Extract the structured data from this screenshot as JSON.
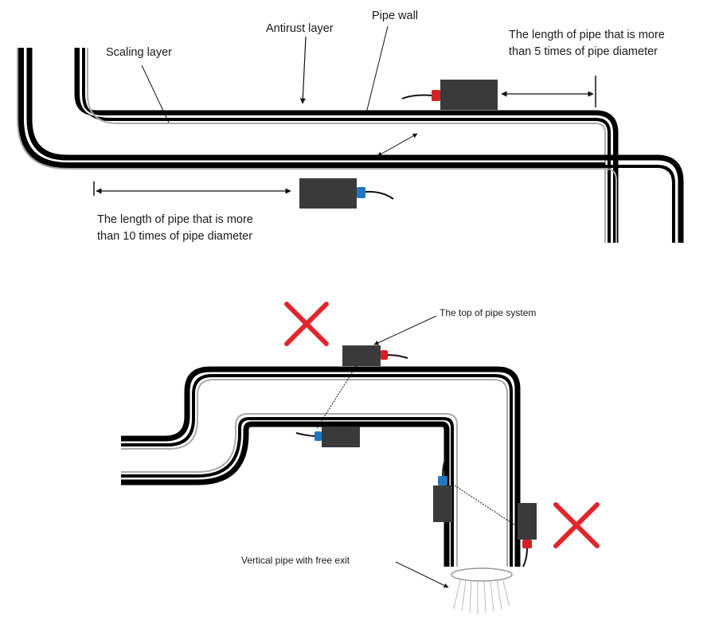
{
  "labels": {
    "scaling_layer": "Scaling  layer",
    "antirust_layer": "Antirust layer",
    "pipe_wall": "Pipe wall",
    "length_5x_line1": "The length of pipe that is more",
    "length_5x_line2": "than 5 times of pipe diameter",
    "length_10x_line1": "The length of pipe that is more",
    "length_10x_line2": "than 10 times of pipe diameter",
    "top_of_pipe": "The top of pipe system",
    "vertical_free_exit": "Vertical pipe with free exit"
  },
  "colors": {
    "pipe_outer": "#000000",
    "pipe_scale": "#aaaaaa",
    "sensor_body": "#3a3a3a",
    "connector_red": "#d42127",
    "connector_blue": "#1f78c1",
    "cross_mark": "#e0262b"
  },
  "marks": {
    "wrong_position": "cross-mark"
  }
}
